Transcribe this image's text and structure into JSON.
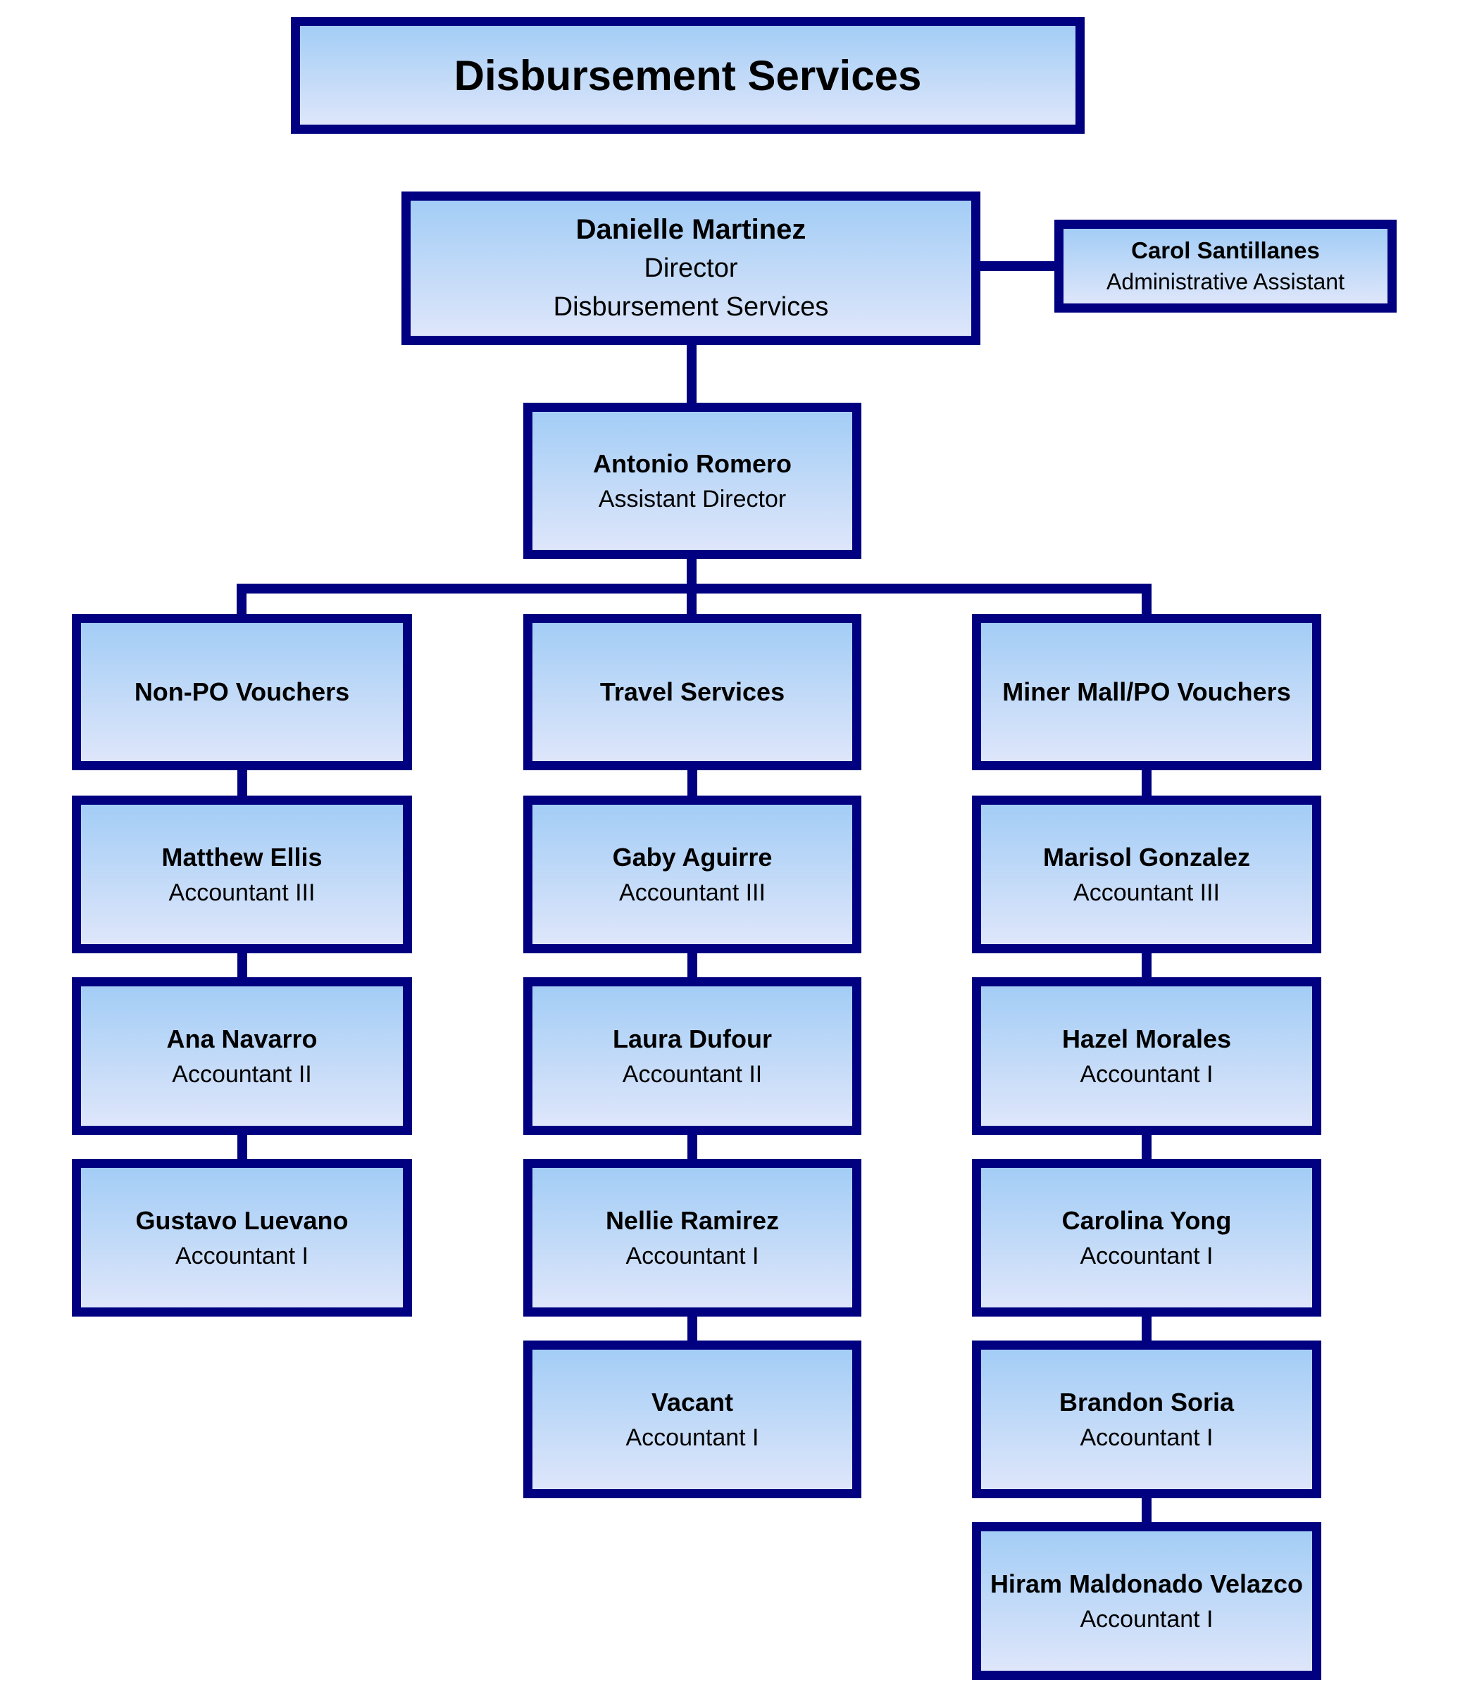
{
  "chart_title": "Disbursement Services",
  "colors": {
    "connector_navy": "#000080",
    "box_gradient_top": "#a3cdf6",
    "box_gradient_bottom": "#dee6fa",
    "text": "#000000",
    "background": "#ffffff"
  },
  "director": {
    "name": "Danielle Martinez",
    "title": "Director",
    "department": "Disbursement Services"
  },
  "administrative_assistant": {
    "name": "Carol Santillanes",
    "title": "Administrative Assistant"
  },
  "assistant_director": {
    "name": "Antonio Romero",
    "title": "Assistant Director"
  },
  "teams": [
    {
      "name": "Non-PO Vouchers",
      "members": [
        {
          "name": "Matthew Ellis",
          "title": "Accountant III"
        },
        {
          "name": "Ana Navarro",
          "title": "Accountant II"
        },
        {
          "name": "Gustavo Luevano",
          "title": "Accountant I"
        }
      ]
    },
    {
      "name": "Travel Services",
      "members": [
        {
          "name": "Gaby Aguirre",
          "title": "Accountant III"
        },
        {
          "name": "Laura Dufour",
          "title": "Accountant II"
        },
        {
          "name": "Nellie Ramirez",
          "title": "Accountant I"
        },
        {
          "name": "Vacant",
          "title": "Accountant I"
        }
      ]
    },
    {
      "name": "Miner Mall/PO Vouchers",
      "members": [
        {
          "name": "Marisol Gonzalez",
          "title": "Accountant III"
        },
        {
          "name": "Hazel Morales",
          "title": "Accountant I"
        },
        {
          "name": "Carolina Yong",
          "title": "Accountant I"
        },
        {
          "name": "Brandon Soria",
          "title": "Accountant I"
        },
        {
          "name": "Hiram Maldonado Velazco",
          "title": "Accountant I"
        }
      ]
    }
  ]
}
